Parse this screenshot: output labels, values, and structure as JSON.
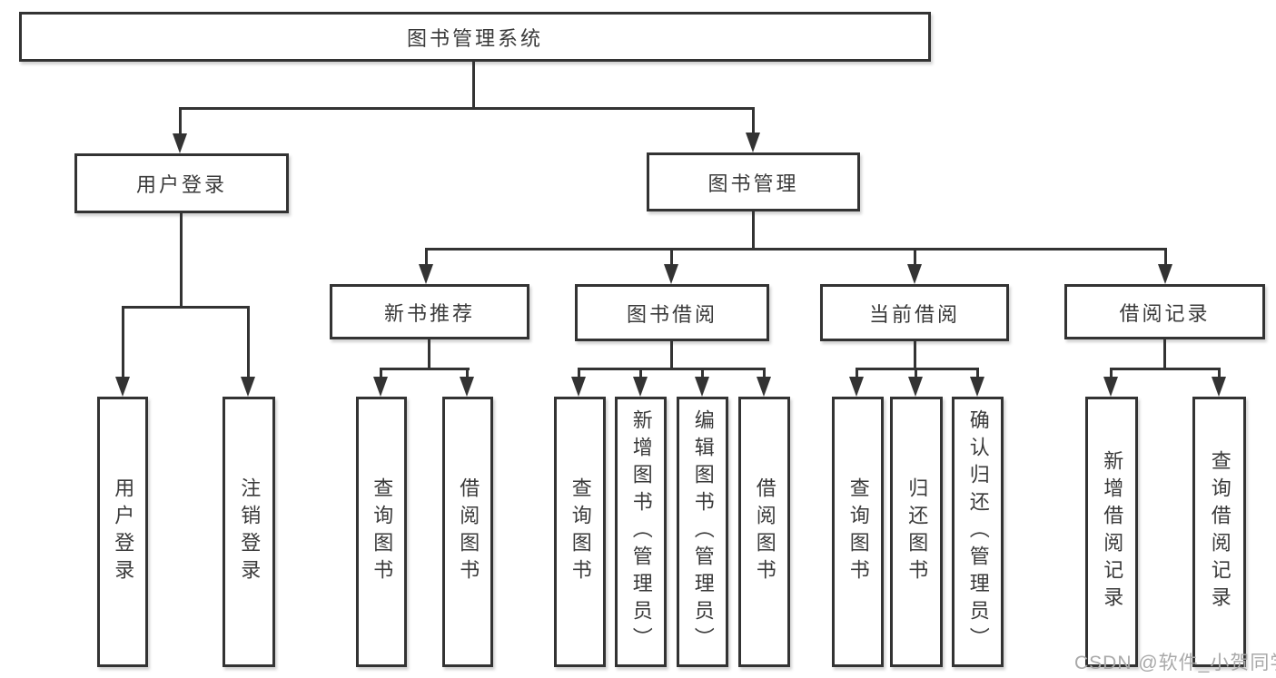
{
  "title": {
    "label": "图书管理系统"
  },
  "level2": {
    "user_login": "用户登录",
    "book_mgmt": "图书管理"
  },
  "level3": {
    "new_books": "新书推荐",
    "book_borrow": "图书借阅",
    "current_borrow": "当前借阅",
    "borrow_records": "借阅记录"
  },
  "leaves": {
    "user_login": [
      "用户登录",
      "注销登录"
    ],
    "new_books": [
      "查询图书",
      "借阅图书"
    ],
    "book_borrow": [
      "查询图书",
      "新增图书（管理员）",
      "编辑图书（管理员）",
      "借阅图书"
    ],
    "current_borrow": [
      "查询图书",
      "归还图书",
      "确认归还（管理员）"
    ],
    "borrow_records": [
      "新增借阅记录",
      "查询借阅记录"
    ]
  },
  "watermark": "CSDN @软件_小贺同学",
  "colors": {
    "line": "#333333",
    "text": "#3a3a3a",
    "watermark": "#a9a9a9"
  }
}
